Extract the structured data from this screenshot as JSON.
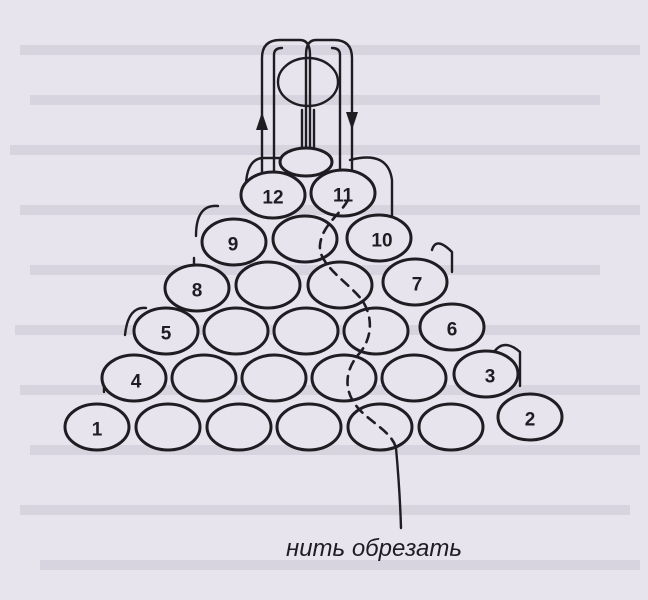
{
  "diagram": {
    "bead_numbers": {
      "b1": "1",
      "b2": "2",
      "b3": "3",
      "b4": "4",
      "b5": "5",
      "b6": "6",
      "b7": "7",
      "b8": "8",
      "b9": "9",
      "b10": "10",
      "b11": "11",
      "b12": "12"
    },
    "caption": "нить обрезать",
    "colors": {
      "ink": "#1f1d22",
      "paper": "#e7e4ee"
    }
  }
}
